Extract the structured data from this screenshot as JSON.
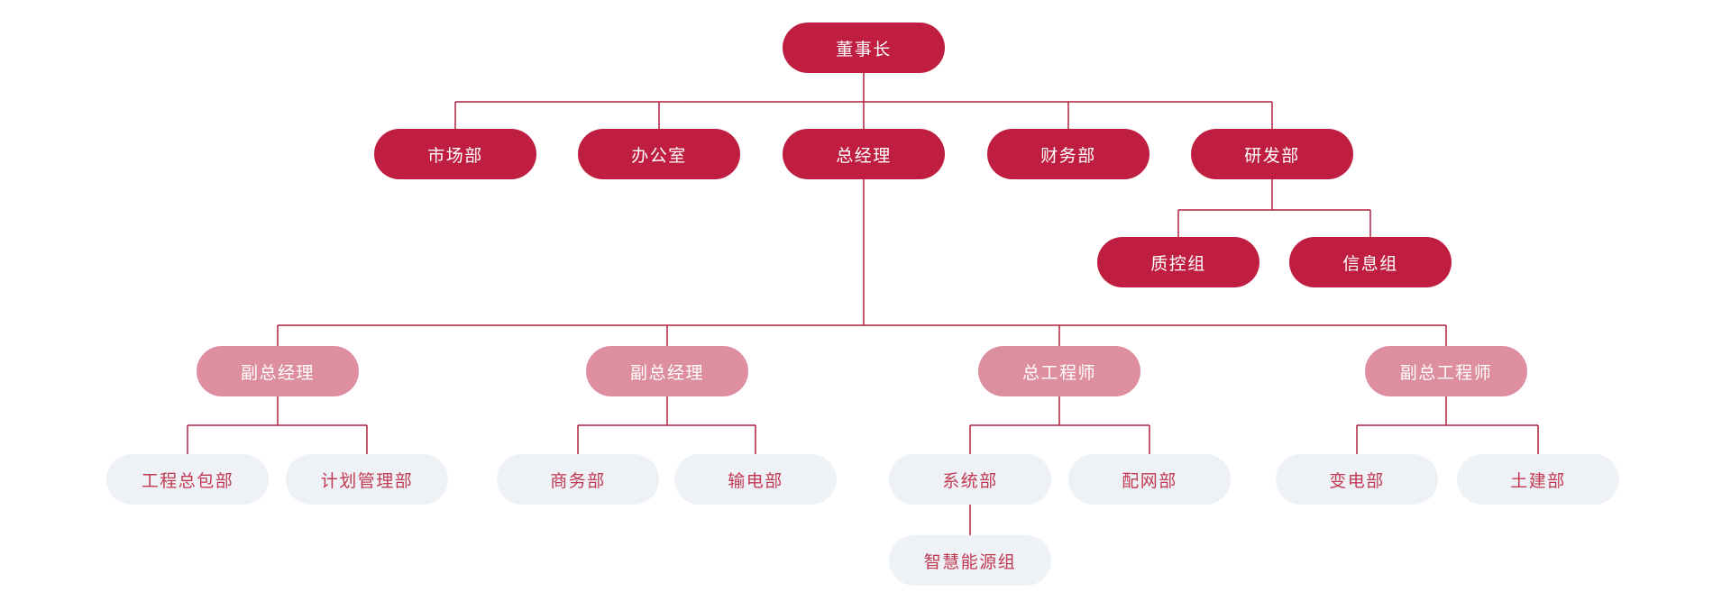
{
  "org_chart": {
    "type": "org-tree",
    "palette": {
      "primary_node": "#bf1e40",
      "secondary_node": "#de8f9f",
      "leaf_node_bg": "#eef1f6",
      "leaf_node_text": "#c23a52",
      "connector_line": "#b01f41",
      "background": "#ffffff"
    },
    "nodes": [
      {
        "label": "董事长",
        "tier": "primary",
        "parent": null
      },
      {
        "label": "市场部",
        "tier": "primary",
        "parent": 0
      },
      {
        "label": "办公室",
        "tier": "primary",
        "parent": 0
      },
      {
        "label": "总经理",
        "tier": "primary",
        "parent": 0
      },
      {
        "label": "财务部",
        "tier": "primary",
        "parent": 0
      },
      {
        "label": "研发部",
        "tier": "primary",
        "parent": 0
      },
      {
        "label": "质控组",
        "tier": "primary",
        "parent": 5
      },
      {
        "label": "信息组",
        "tier": "primary",
        "parent": 5
      },
      {
        "label": "副总经理",
        "tier": "secondary",
        "parent": 3
      },
      {
        "label": "副总经理",
        "tier": "secondary",
        "parent": 3
      },
      {
        "label": "总工程师",
        "tier": "secondary",
        "parent": 3
      },
      {
        "label": "副总工程师",
        "tier": "secondary",
        "parent": 3
      },
      {
        "label": "工程总包部",
        "tier": "leaf",
        "parent": 8
      },
      {
        "label": "计划管理部",
        "tier": "leaf",
        "parent": 8
      },
      {
        "label": "商务部",
        "tier": "leaf",
        "parent": 9
      },
      {
        "label": "输电部",
        "tier": "leaf",
        "parent": 9
      },
      {
        "label": "系统部",
        "tier": "leaf",
        "parent": 10
      },
      {
        "label": "配网部",
        "tier": "leaf",
        "parent": 10
      },
      {
        "label": "变电部",
        "tier": "leaf",
        "parent": 11
      },
      {
        "label": "土建部",
        "tier": "leaf",
        "parent": 11
      },
      {
        "label": "智慧能源组",
        "tier": "leaf",
        "parent": 16
      }
    ]
  }
}
